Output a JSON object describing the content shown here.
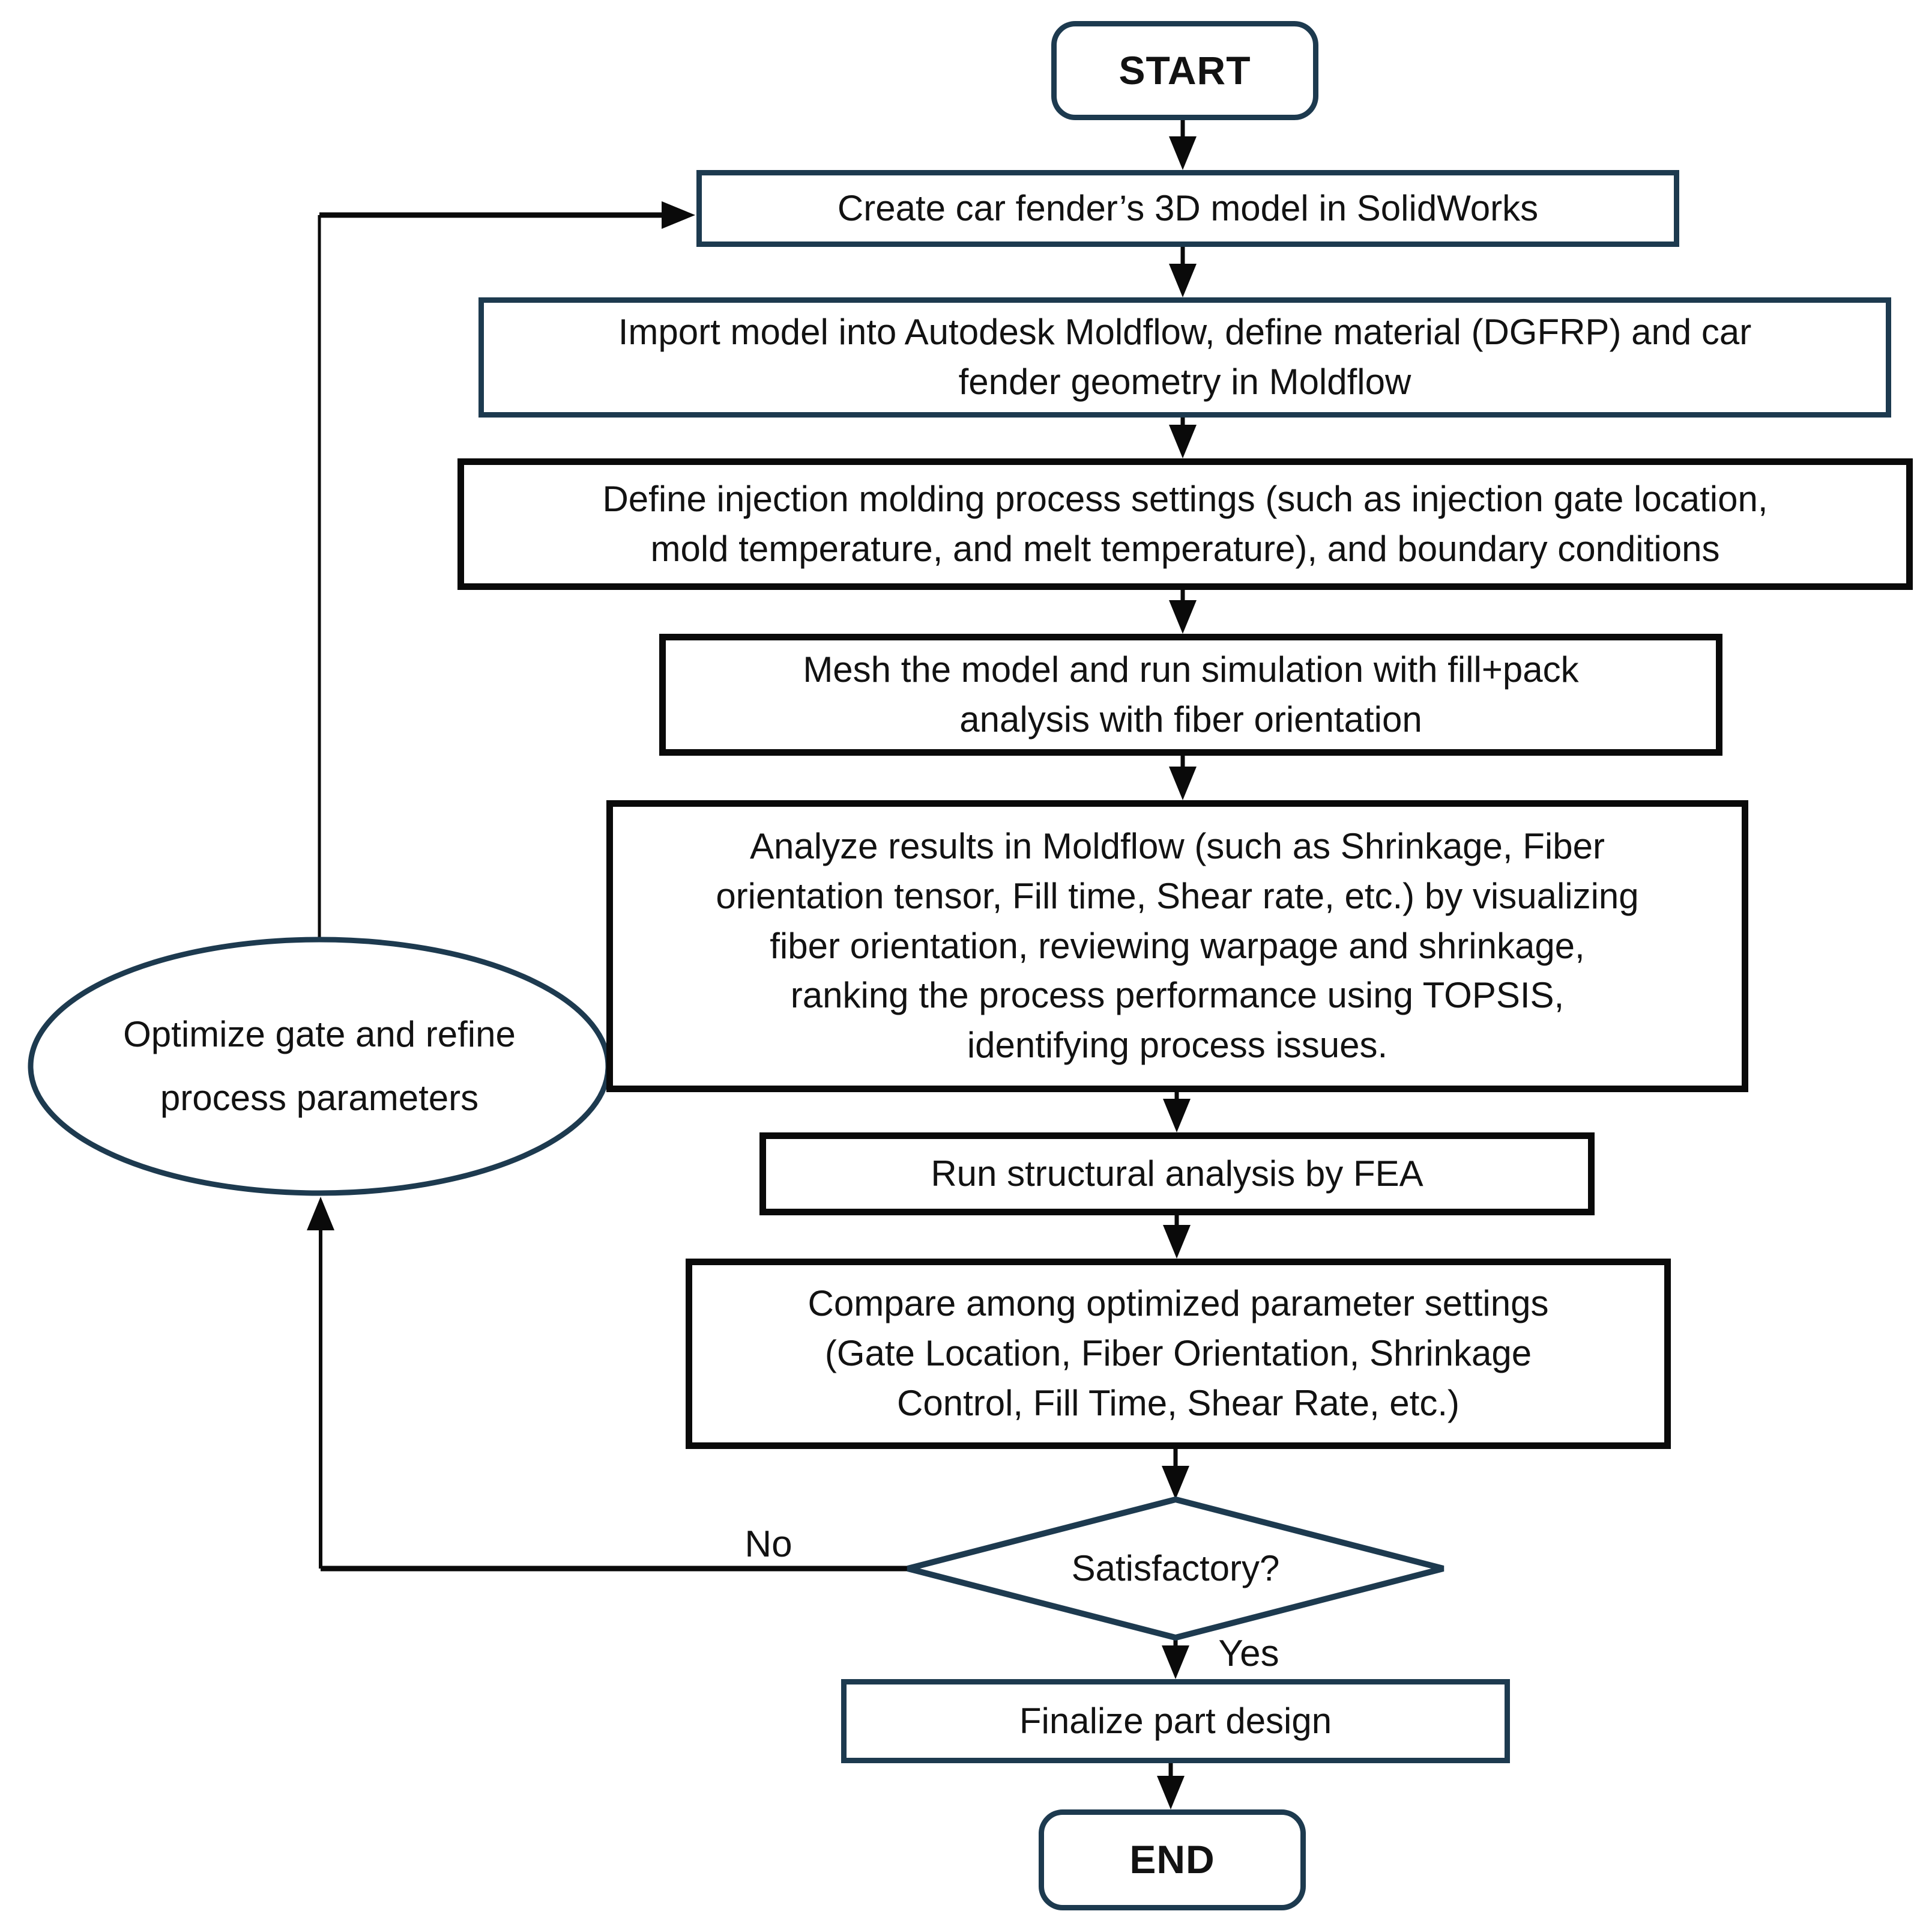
{
  "title": "Injection molding simulation workflow flowchart",
  "colors": {
    "navy": "#1d3a4f",
    "black": "#0a0a0a",
    "background": "#ffffff",
    "connector": "#0a0a0a"
  },
  "nodes": {
    "start": {
      "label": [
        "START"
      ]
    },
    "create_model": {
      "label": [
        "Create car fender’s 3D model in SolidWorks"
      ]
    },
    "import_model": {
      "label": [
        "Import model into Autodesk Moldflow, define material (DGFRP) and car",
        "fender geometry in Moldflow"
      ]
    },
    "define_settings": {
      "label": [
        "Define injection molding process settings (such as injection gate location,",
        "mold temperature, and melt temperature), and boundary conditions"
      ]
    },
    "mesh_simulate": {
      "label": [
        "Mesh the model and run simulation with fill+pack",
        "analysis with fiber orientation"
      ]
    },
    "analyze_results": {
      "label": [
        "Analyze results in Moldflow (such as Shrinkage, Fiber",
        "orientation tensor, Fill time, Shear rate, etc.) by visualizing",
        "fiber orientation, reviewing warpage and shrinkage,",
        "ranking the process performance using TOPSIS,",
        "identifying process issues."
      ]
    },
    "run_fea": {
      "label": [
        "Run structural analysis by FEA"
      ]
    },
    "compare": {
      "label": [
        "Compare among optimized parameter settings",
        "(Gate Location, Fiber Orientation, Shrinkage",
        "Control, Fill Time, Shear Rate, etc.)"
      ]
    },
    "decision": {
      "label": [
        "Satisfactory?"
      ]
    },
    "optimize": {
      "label": [
        "Optimize gate and refine",
        "process parameters"
      ]
    },
    "finalize": {
      "label": [
        "Finalize part design"
      ]
    },
    "end": {
      "label": [
        "END"
      ]
    }
  },
  "edges": {
    "no_label": "No",
    "yes_label": "Yes"
  }
}
